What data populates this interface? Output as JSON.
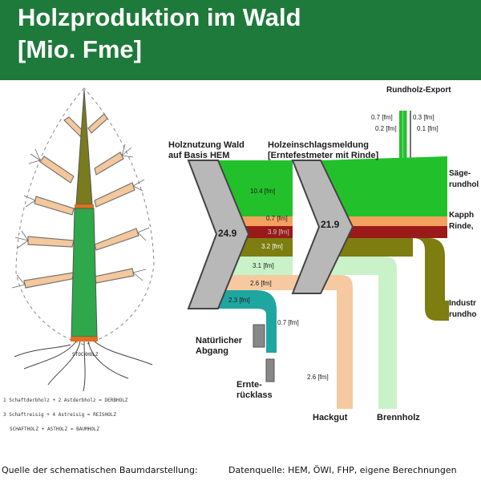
{
  "header": {
    "title_line1": "Holzproduktion im Wald",
    "title_line2": "[Mio. Fme]"
  },
  "tree": {
    "label_stockholz": "STOCKHOLZ",
    "legend": [
      [
        "Schaftderbholz",
        "+ 2",
        "Astderbholz",
        "= DERBHOLZ"
      ],
      [
        "Schaftreisig",
        "+ 4",
        "Astreisig",
        "= REISHOLZ"
      ],
      [
        "SCHAFTHOLZ",
        "+",
        "ASTHOLZ",
        "= BAUMHOLZ"
      ]
    ],
    "legend_nums": [
      "1",
      "3"
    ],
    "colors": {
      "stem_green": "#2ea84a",
      "crown_olive": "#7a7a1e",
      "branch": "#f4c79c"
    }
  },
  "flow": {
    "heading_left": "Holznutzung Wald auf Basis HEM",
    "heading_left_l1": "Holznutzung Wald",
    "heading_left_l2": "auf Basis HEM",
    "heading_right_l1": "Holzeinschlagsmeldung",
    "heading_right_l2": "[Erntefestmeter mit Rinde]",
    "total_left": "24.9",
    "total_right": "21.9",
    "export_label": "Rundholz-Export",
    "export_left_top": "0.7 [fm]",
    "export_left_bot": "0.2 [fm]",
    "export_right_top": "0.3 [fm]",
    "export_right_bot": "0.1 [fm]",
    "bands": [
      {
        "value": "10.4 [fm]",
        "color": "#22c12b"
      },
      {
        "value": "0.7 [fm]",
        "color": "#f4a160"
      },
      {
        "value": "3.9 [fm]",
        "color": "#9a1a1a"
      },
      {
        "value": "3.2 [fm]",
        "color": "#7d7d10"
      },
      {
        "value": "3.1 [fm]",
        "color": "#c9f2c8"
      },
      {
        "value": "2.6 [fm]",
        "color": "#f6c9a0"
      },
      {
        "value": "2.3 [fm]",
        "color": "#20a6a0"
      }
    ],
    "teal_value": "0.7 [fm]",
    "hackgut_value": "2.6 [fm]",
    "right_labels": {
      "saege_l1": "Säge-",
      "saege_l2": "rundhol",
      "kapp_l1": "Kapph",
      "kapp_l2": "Rinde,",
      "industrie_l1": "Industr",
      "industrie_l2": "rundho"
    },
    "natuerlicher_l1": "Natürlicher",
    "natuerlicher_l2": "Abgang",
    "ernte_l1": "Ernte-",
    "ernte_l2": "rücklass",
    "hackgut": "Hackgut",
    "brennholz": "Brennholz"
  },
  "footer": {
    "left": "Quelle der schematischen Baumdarstellung:",
    "right": "Datenquelle: HEM, ÖWI, FHP, eigene Berechnungen"
  }
}
